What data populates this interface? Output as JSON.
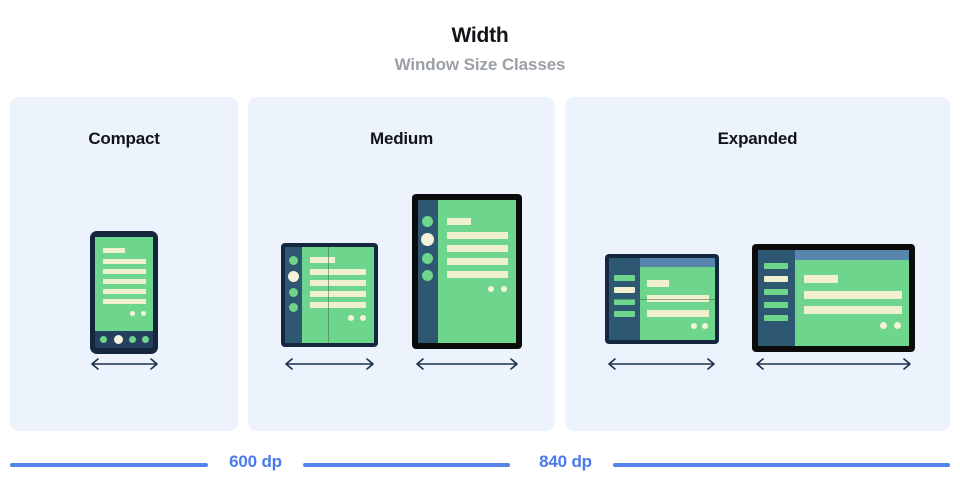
{
  "header": {
    "title": "Width",
    "subtitle": "Window Size Classes"
  },
  "colors": {
    "panel_bg": "#ECF3FD",
    "screen_green": "#6DD58C",
    "content_cream": "#F0EFD0",
    "device_navy": "#14273F",
    "rail_blue": "#2E5871",
    "topbar_blue": "#5885AE",
    "device_black": "#0B0B0B",
    "accent_blue": "#5583EC",
    "title_black": "#111418",
    "subtitle_gray": "#9AA0A6"
  },
  "panels": [
    {
      "key": "compact",
      "label": "Compact",
      "devices": [
        {
          "name": "phone",
          "form_factor": "phone-portrait",
          "nav": "bottom-bar",
          "nav_items": 4,
          "nav_selected_index": 1,
          "content_lines": 6,
          "trailing_dots": 2
        }
      ],
      "arrows": 1
    },
    {
      "key": "medium",
      "label": "Medium",
      "devices": [
        {
          "name": "foldable-portrait",
          "form_factor": "foldable-portrait",
          "nav": "left-rail",
          "nav_items": 4,
          "nav_selected_index": 1,
          "content_lines": 5,
          "trailing_dots": 2,
          "has_crease": true
        },
        {
          "name": "tablet-portrait",
          "form_factor": "tablet-portrait",
          "nav": "left-rail",
          "nav_items": 4,
          "nav_selected_index": 1,
          "content_lines": 5,
          "trailing_dots": 2,
          "has_crease": false
        }
      ],
      "arrows": 2
    },
    {
      "key": "expanded",
      "label": "Expanded",
      "devices": [
        {
          "name": "foldable-landscape",
          "form_factor": "foldable-landscape",
          "nav": "left-drawer",
          "nav_items": 4,
          "nav_selected_index": 1,
          "content_lines": 3,
          "trailing_dots": 2,
          "has_crease": true,
          "has_topbar": true
        },
        {
          "name": "tablet-landscape",
          "form_factor": "tablet-landscape",
          "nav": "left-drawer",
          "nav_items": 5,
          "nav_selected_index": 1,
          "content_lines": 3,
          "trailing_dots": 2,
          "has_crease": false,
          "has_topbar": true
        }
      ],
      "arrows": 2
    }
  ],
  "scale": {
    "breakpoints": [
      {
        "label": "600 dp",
        "value": 600
      },
      {
        "label": "840 dp",
        "value": 840
      }
    ]
  }
}
